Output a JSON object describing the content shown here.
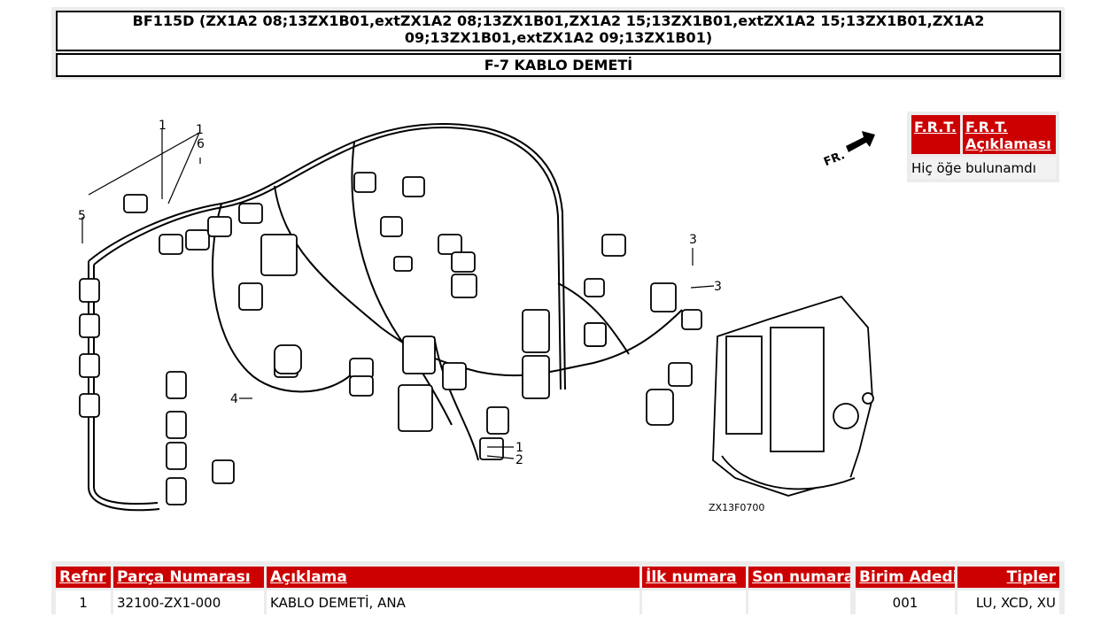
{
  "header": {
    "title_line1": "BF115D (ZX1A2 08;13ZX1B01,extZX1A2 08;13ZX1B01,ZX1A2 15;13ZX1B01,extZX1A2 15;13ZX1B01,ZX1A2",
    "title_line2": "09;13ZX1B01,extZX1A2 09;13ZX1B01)",
    "section": "F-7 KABLO DEMETİ"
  },
  "diagram": {
    "callouts": [
      "1",
      "1",
      "6",
      "5",
      "3",
      "3",
      "4",
      "1",
      "2"
    ],
    "direction_label": "FR.",
    "figure_code": "ZX13F0700"
  },
  "frt_panel": {
    "col1": "F.R.T.",
    "col2": "F.R.T. Açıklaması",
    "empty_text": "Hiç öğe bulunamdı"
  },
  "parts_table": {
    "headers": [
      "Refnr",
      "Parça Numarası",
      "Açıklama",
      "İlk numara",
      "Son numara",
      "Birim Adedi",
      "Tipler"
    ],
    "rows": [
      [
        "1",
        "32100-ZX1-000",
        "KABLO DEMETİ, ANA",
        "",
        "",
        "001",
        "LU, XCD, XU"
      ]
    ]
  },
  "colors": {
    "header_red": "#cc0000",
    "panel_gray": "#ececec"
  }
}
